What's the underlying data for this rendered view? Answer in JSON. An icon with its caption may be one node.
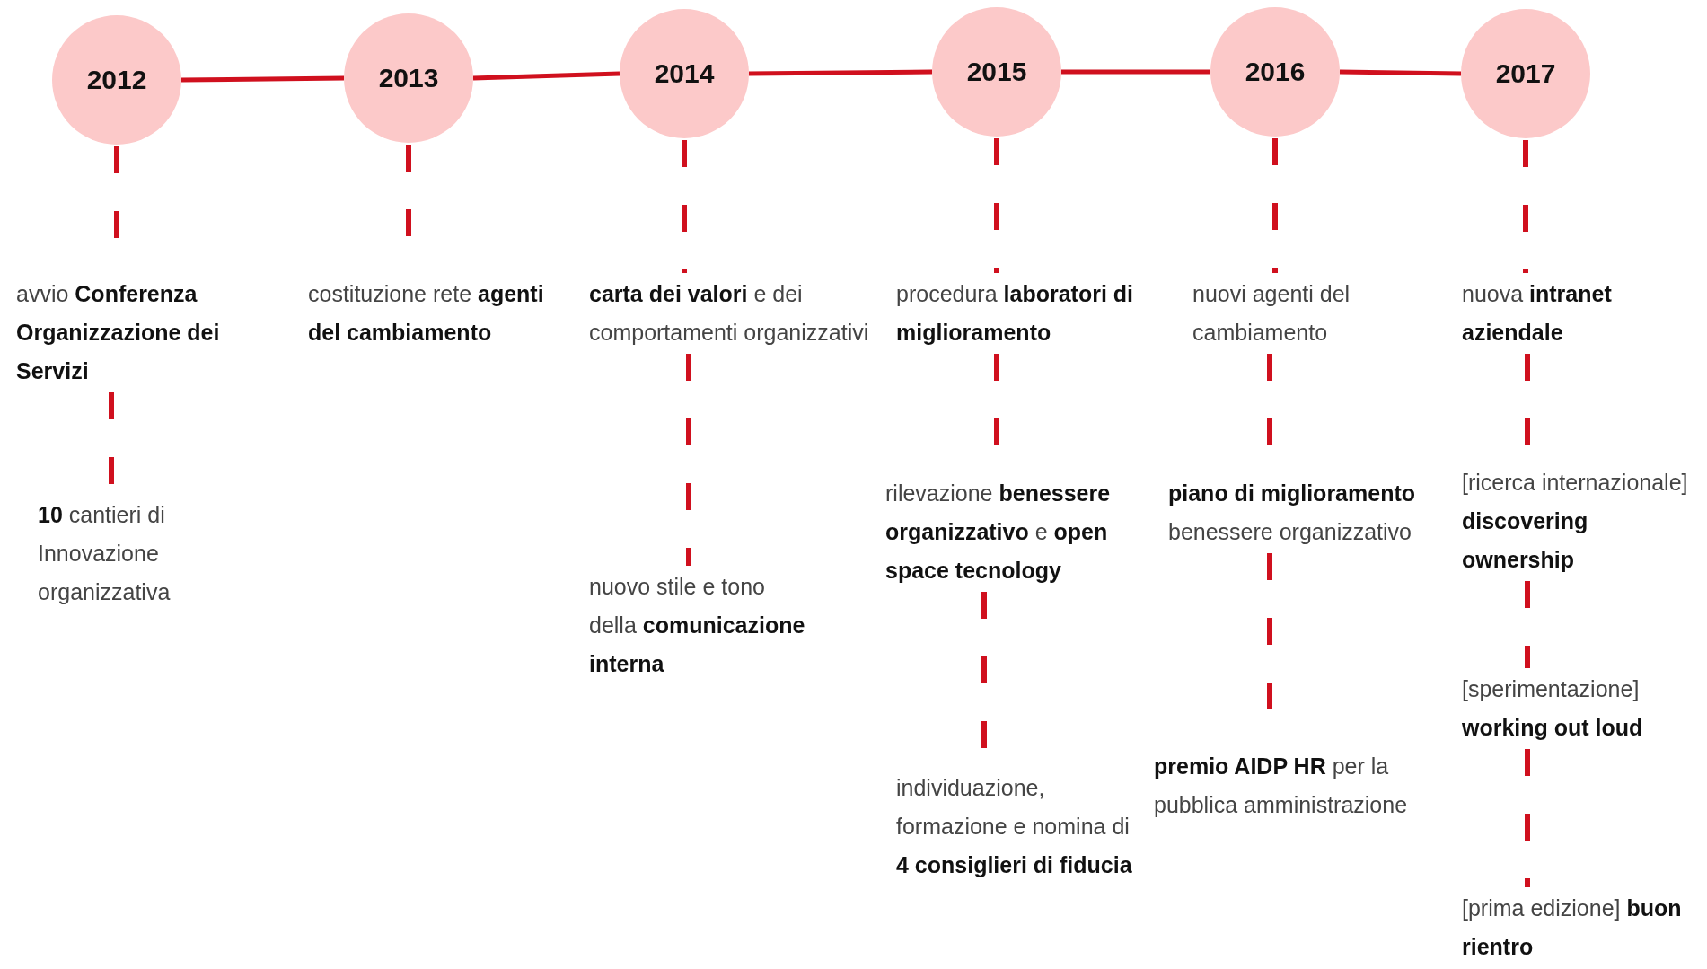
{
  "diagram": {
    "nodes": [
      {
        "text": [
          "2012"
        ]
      },
      {
        "text": [
          "2013"
        ]
      },
      {
        "text": [
          "2014"
        ]
      },
      {
        "text": [
          "2015"
        ]
      },
      {
        "text": [
          "2016"
        ]
      },
      {
        "text": [
          "2017"
        ]
      },
      {
        "text": [
          "avvio **Conferenza Organizzazione dei Servizi**"
        ]
      },
      {
        "text": [
          "**10** cantieri di Innovazione organizzativa"
        ]
      },
      {
        "text": [
          "costituzione rete **agenti del cambiamento**"
        ]
      },
      {
        "text": [
          "**carta dei valori** e dei comportamenti organizzativi"
        ]
      },
      {
        "text": [
          "nuovo stile e tono della **comunicazione interna**"
        ]
      },
      {
        "text": [
          "procedura **laboratori di miglioramento**"
        ]
      },
      {
        "text": [
          "rilevazione **benessere organizzativo** e **open space tecnology**"
        ]
      },
      {
        "text": [
          "individuazione, formazione e nomina di **4 consiglieri di fiducia**"
        ]
      },
      {
        "text": [
          "nuovi agenti del cambiamento"
        ]
      },
      {
        "text": [
          "**piano di miglioramento** benessere organizzativo"
        ]
      },
      {
        "text": [
          "**premio AIDP HR** per la pubblica amministrazione"
        ]
      },
      {
        "text": [
          "nuova **intranet aziendale**"
        ]
      },
      {
        "text": [
          "[ricerca internazionale] **discovering ownership**"
        ]
      },
      {
        "text": [
          "[sperimentazione] **working out loud**"
        ]
      },
      {
        "text": [
          "[prima edizione] **buon rientro**"
        ]
      }
    ],
    "edges": [
      {
        "from": 0,
        "to": 1,
        "arrow": "none"
      },
      {
        "from": 1,
        "to": 2,
        "arrow": "none"
      },
      {
        "from": 2,
        "to": 3,
        "arrow": "none"
      },
      {
        "from": 3,
        "to": 4,
        "arrow": "none"
      },
      {
        "from": 4,
        "to": 5,
        "arrow": "none"
      },
      {
        "from": 0,
        "to": 6,
        "arrow": "none",
        "style": "dashed"
      },
      {
        "from": 6,
        "to": 7,
        "arrow": "none",
        "style": "dashed"
      },
      {
        "from": 1,
        "to": 8,
        "arrow": "none",
        "style": "dashed"
      },
      {
        "from": 2,
        "to": 9,
        "arrow": "none",
        "style": "dashed"
      },
      {
        "from": 9,
        "to": 10,
        "arrow": "none",
        "style": "dashed"
      },
      {
        "from": 3,
        "to": 11,
        "arrow": "none",
        "style": "dashed"
      },
      {
        "from": 11,
        "to": 12,
        "arrow": "none",
        "style": "dashed"
      },
      {
        "from": 12,
        "to": 13,
        "arrow": "none",
        "style": "dashed"
      },
      {
        "from": 4,
        "to": 14,
        "arrow": "none",
        "style": "dashed"
      },
      {
        "from": 14,
        "to": 15,
        "arrow": "none",
        "style": "dashed"
      },
      {
        "from": 15,
        "to": 16,
        "arrow": "none",
        "style": "dashed"
      },
      {
        "from": 5,
        "to": 17,
        "arrow": "none",
        "style": "dashed"
      },
      {
        "from": 17,
        "to": 18,
        "arrow": "none",
        "style": "dashed"
      },
      {
        "from": 18,
        "to": 19,
        "arrow": "none",
        "style": "dashed"
      },
      {
        "from": 19,
        "to": 20,
        "arrow": "none",
        "style": "dashed"
      }
    ]
  }
}
